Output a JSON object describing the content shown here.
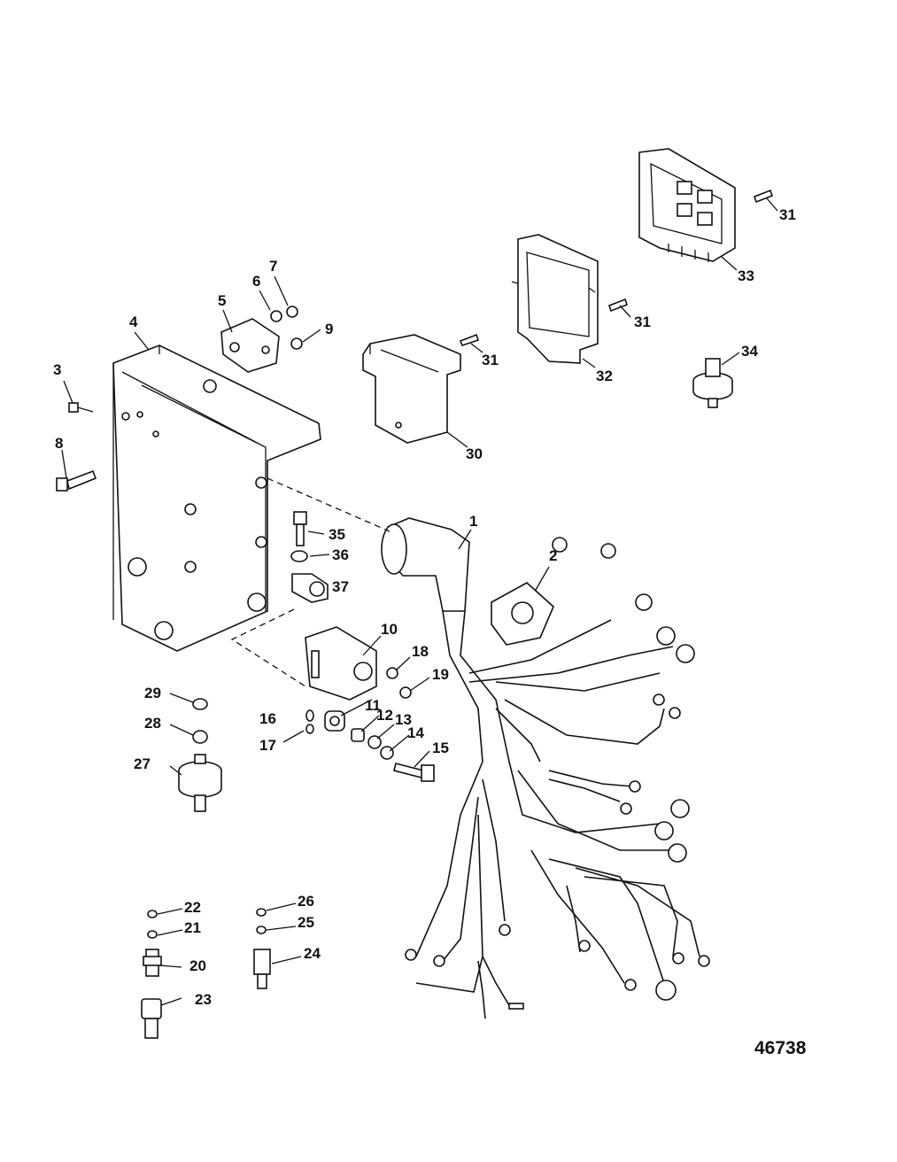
{
  "figure_number": "46738",
  "callouts": {
    "c1": "1",
    "c2": "2",
    "c3": "3",
    "c4": "4",
    "c5": "5",
    "c6": "6",
    "c7": "7",
    "c8": "8",
    "c9": "9",
    "c10": "10",
    "c11": "11",
    "c12": "12",
    "c13": "13",
    "c14": "14",
    "c15": "15",
    "c16": "16",
    "c17": "17",
    "c18": "18",
    "c19": "19",
    "c20": "20",
    "c21": "21",
    "c22": "22",
    "c23": "23",
    "c24": "24",
    "c25": "25",
    "c26": "26",
    "c27": "27",
    "c28": "28",
    "c29": "29",
    "c30": "30",
    "c31a": "31",
    "c31b": "31",
    "c31c": "31",
    "c32": "32",
    "c33": "33",
    "c34": "34",
    "c35": "35",
    "c36": "36",
    "c37": "37"
  }
}
